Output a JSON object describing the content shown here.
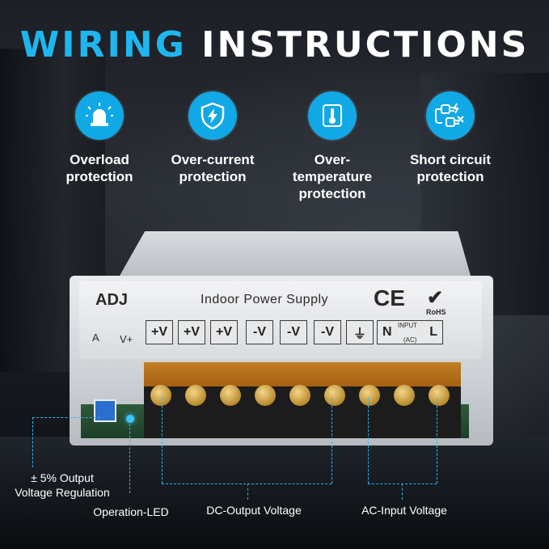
{
  "header": {
    "title_part1": "WIRING",
    "title_part2": "INSTRUCTIONS"
  },
  "features": [
    {
      "label": "Overload\nprotection",
      "icon": "alarm-icon"
    },
    {
      "label": "Over-current\nprotection",
      "icon": "shield-bolt-icon"
    },
    {
      "label": "Over-temperature\nprotection",
      "icon": "thermometer-icon"
    },
    {
      "label": "Short circuit\nprotection",
      "icon": "plug-icon"
    }
  ],
  "device": {
    "brand": "ADJ",
    "name": "Indoor Power Supply",
    "ce_mark": "CE",
    "rohs_mark": "RoHS",
    "adj_a": "A",
    "adj_v": "V+",
    "terminals": [
      "+V",
      "+V",
      "+V",
      "-V",
      "-V",
      "-V",
      "⏚",
      "N",
      "L"
    ],
    "input_label": "INPUT",
    "ac_label": "(AC)"
  },
  "callouts": {
    "voltage_reg": "± 5% Output\nVoltage Regulation",
    "led": "Operation-LED",
    "dc_out": "DC-Output Voltage",
    "ac_in": "AC-Input Voltage"
  },
  "colors": {
    "accent": "#1fb6ef",
    "icon_bg": "#11a8e6"
  }
}
